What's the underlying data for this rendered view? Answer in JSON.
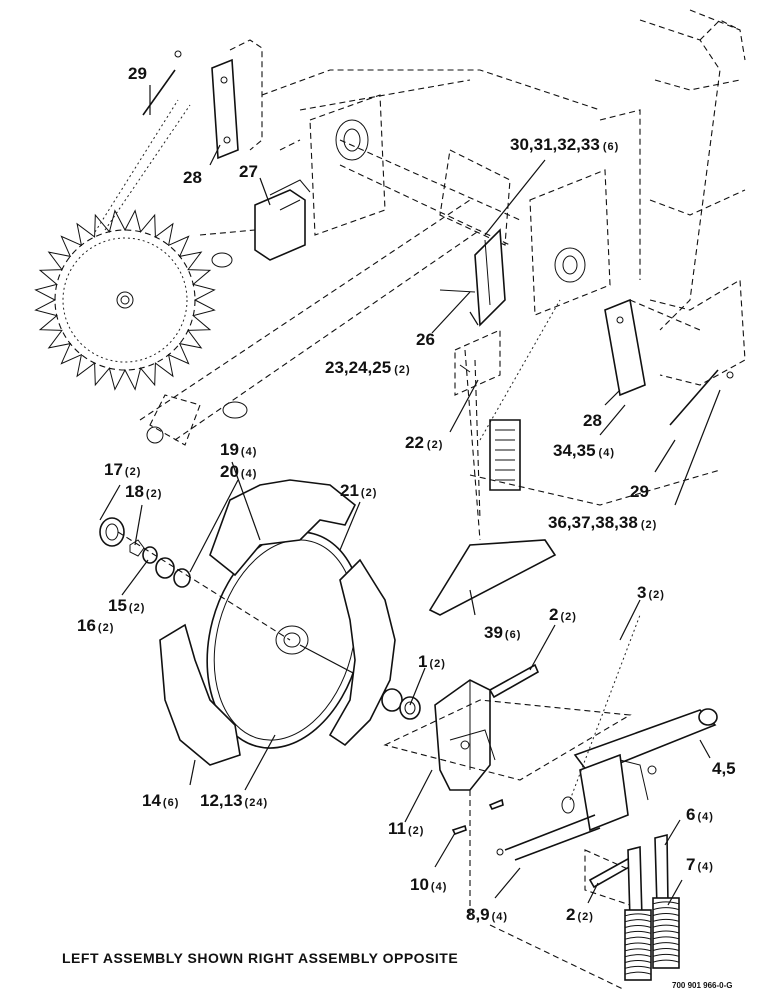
{
  "callouts": [
    {
      "id": "29a",
      "main": "29",
      "qty": ""
    },
    {
      "id": "28a",
      "main": "28",
      "qty": ""
    },
    {
      "id": "27",
      "main": "27",
      "qty": ""
    },
    {
      "id": "30",
      "main": "30,31,32,33",
      "qty": "(6)"
    },
    {
      "id": "26",
      "main": "26",
      "qty": ""
    },
    {
      "id": "23",
      "main": "23,24,25",
      "qty": "(2)"
    },
    {
      "id": "22",
      "main": "22",
      "qty": "(2)"
    },
    {
      "id": "28b",
      "main": "28",
      "qty": ""
    },
    {
      "id": "34",
      "main": "34,35",
      "qty": "(4)"
    },
    {
      "id": "29b",
      "main": "29",
      "qty": ""
    },
    {
      "id": "36",
      "main": "36,37,38,38",
      "qty": "(2)"
    },
    {
      "id": "19",
      "main": "19",
      "qty": "(4)"
    },
    {
      "id": "20",
      "main": "20",
      "qty": "(4)"
    },
    {
      "id": "21",
      "main": "21",
      "qty": "(2)"
    },
    {
      "id": "17",
      "main": "17",
      "qty": "(2)"
    },
    {
      "id": "18",
      "main": "18",
      "qty": "(2)"
    },
    {
      "id": "15",
      "main": "15",
      "qty": "(2)"
    },
    {
      "id": "16",
      "main": "16",
      "qty": "(2)"
    },
    {
      "id": "39",
      "main": "39",
      "qty": "(6)"
    },
    {
      "id": "2a",
      "main": "2",
      "qty": "(2)"
    },
    {
      "id": "3",
      "main": "3",
      "qty": "(2)"
    },
    {
      "id": "1",
      "main": "1",
      "qty": "(2)"
    },
    {
      "id": "4",
      "main": "4,5",
      "qty": ""
    },
    {
      "id": "14",
      "main": "14",
      "qty": "(6)"
    },
    {
      "id": "12",
      "main": "12,13",
      "qty": "(24)"
    },
    {
      "id": "11",
      "main": "11",
      "qty": "(2)"
    },
    {
      "id": "6",
      "main": "6",
      "qty": "(4)"
    },
    {
      "id": "7",
      "main": "7",
      "qty": "(4)"
    },
    {
      "id": "10",
      "main": "10",
      "qty": "(4)"
    },
    {
      "id": "8",
      "main": "8,9",
      "qty": "(4)"
    },
    {
      "id": "2b",
      "main": "2",
      "qty": "(2)"
    }
  ],
  "caption": "LEFT ASSEMBLY SHOWN RIGHT ASSEMBLY OPPOSITE",
  "drawing_code": "700 901 966-0-G"
}
